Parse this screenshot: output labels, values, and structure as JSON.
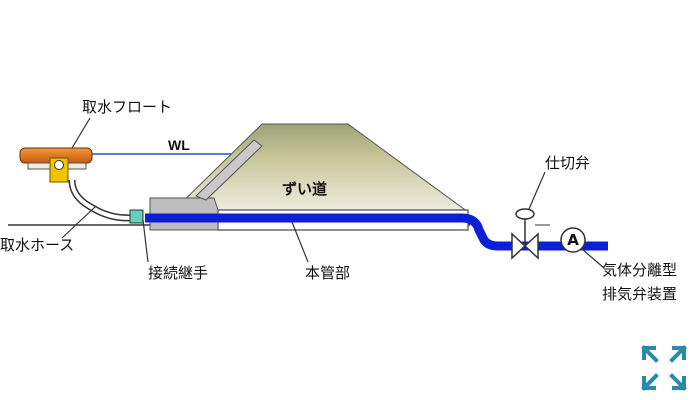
{
  "labels": {
    "intake_float": "取水フロート",
    "water_level": "WL",
    "tunnel": "ずい道",
    "intake_hose": "取水ホース",
    "joint": "接続継手",
    "main_pipe": "本管部",
    "gate_valve": "仕切弁",
    "separator_line1": "気体分離型",
    "separator_line2": "排気弁装置",
    "separator_symbol": "A"
  },
  "colors": {
    "pipe": "#0a1fd6",
    "water": "#2255cc",
    "embankment": "#c8c49a",
    "structure": "#bbbbbb",
    "float_body": "#e07a1a",
    "float_bracket": "#f2c400",
    "joint": "#5fd3b8"
  },
  "icons": {
    "expand": "expand-arrows-icon"
  }
}
